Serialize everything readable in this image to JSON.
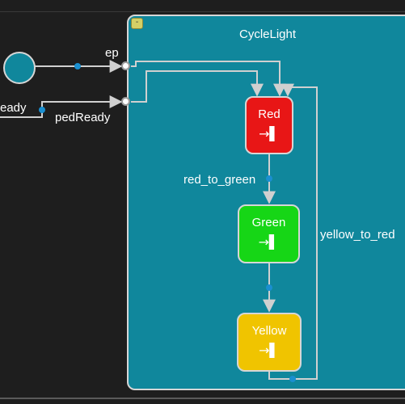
{
  "state_machine": {
    "title": "CycleLight",
    "collapse_glyph": "-",
    "color": "#10879c"
  },
  "ports": {
    "entry_label": "ep",
    "ped_label": "pedReady",
    "ped_left_label": "eady"
  },
  "states": [
    {
      "name": "Red",
      "color": "#e81616",
      "icon": "entry-action-icon",
      "glyph": "→▌"
    },
    {
      "name": "Green",
      "color": "#16d616",
      "icon": "entry-action-icon",
      "glyph": "→▌"
    },
    {
      "name": "Yellow",
      "color": "#f0c400",
      "icon": "entry-action-icon",
      "glyph": "→▌"
    }
  ],
  "transitions": {
    "red_to_green": "red_to_green",
    "yellow_to_red": "yellow_to_red"
  }
}
